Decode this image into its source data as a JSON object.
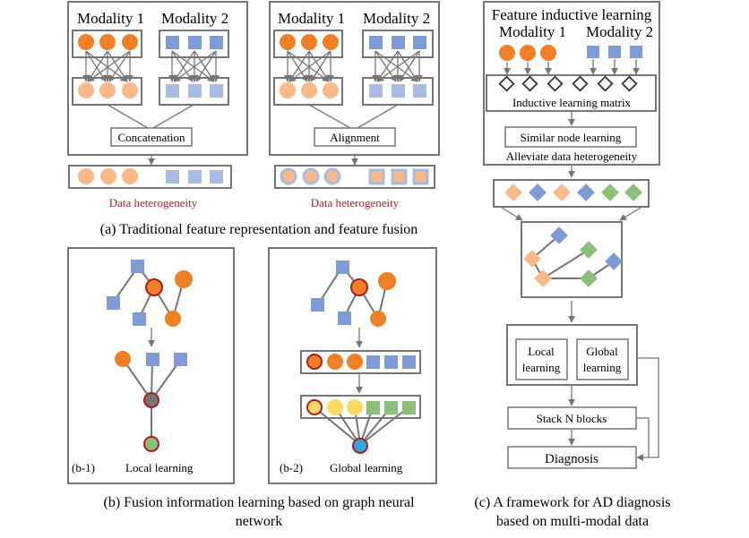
{
  "panel_a": {
    "left": {
      "modality_1": "Modality 1",
      "modality_2": "Modality 2",
      "fusion_op": "Concatenation",
      "note": "Data heterogeneity"
    },
    "right": {
      "modality_1": "Modality 1",
      "modality_2": "Modality 2",
      "fusion_op": "Alignment",
      "note": "Data heterogeneity"
    },
    "caption": "(a) Traditional feature representation and feature fusion"
  },
  "panel_b": {
    "b1_label": "(b-1)",
    "b1_title": "Local learning",
    "b2_label": "(b-2)",
    "b2_title": "Global learning",
    "caption_line1": "(b) Fusion information learning based on graph neural",
    "caption_line2": "network"
  },
  "panel_c": {
    "title": "Feature inductive learning",
    "modality_1": "Modality 1",
    "modality_2": "Modality 2",
    "matrix_label": "Inductive learning matrix",
    "similar_node": "Similar node learning",
    "alleviate": "Alleviate data heterogeneity",
    "local_line1": "Local",
    "local_line2": "learning",
    "global_line1": "Global",
    "global_line2": "learning",
    "stack": "Stack N blocks",
    "diagnosis": "Diagnosis",
    "caption_line1": "(c) A framework for AD diagnosis",
    "caption_line2": "based on multi-modal data"
  },
  "colors": {
    "orange": "#F08025",
    "light_orange": "#F9B98A",
    "blue": "#7F9BD5",
    "light_blue": "#A9BDE4",
    "green": "#8CC07A",
    "yellow": "#FFD966",
    "cyan": "#2CA8E0",
    "dark_red": "#B01C1C",
    "gray": "#757575",
    "heterogeneity_red": "#B22222"
  }
}
